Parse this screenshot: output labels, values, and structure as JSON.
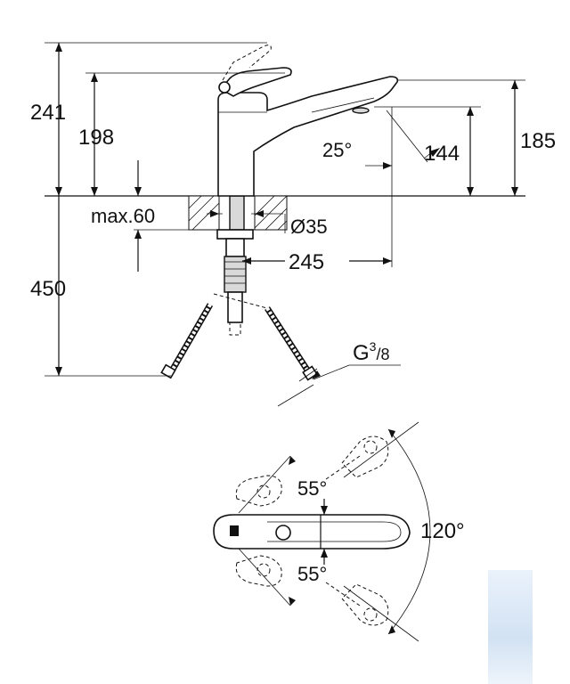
{
  "labels": {
    "height_total": "241",
    "height_spout": "198",
    "height_pullout": "185",
    "height_outlet": "144",
    "spout_angle": "25°",
    "deck_max": "max.60",
    "hole_diameter": "Ø35",
    "reach": "245",
    "hose_length": "450",
    "thread_main": "G",
    "thread_sup": "3",
    "thread_den": "/8",
    "angle_upper": "55°",
    "angle_lower": "55°",
    "swivel_angle": "120°"
  },
  "colors": {
    "ink": "#111111",
    "metal_shade": "#d9d9d9",
    "watermark": "#d2e2f3"
  }
}
